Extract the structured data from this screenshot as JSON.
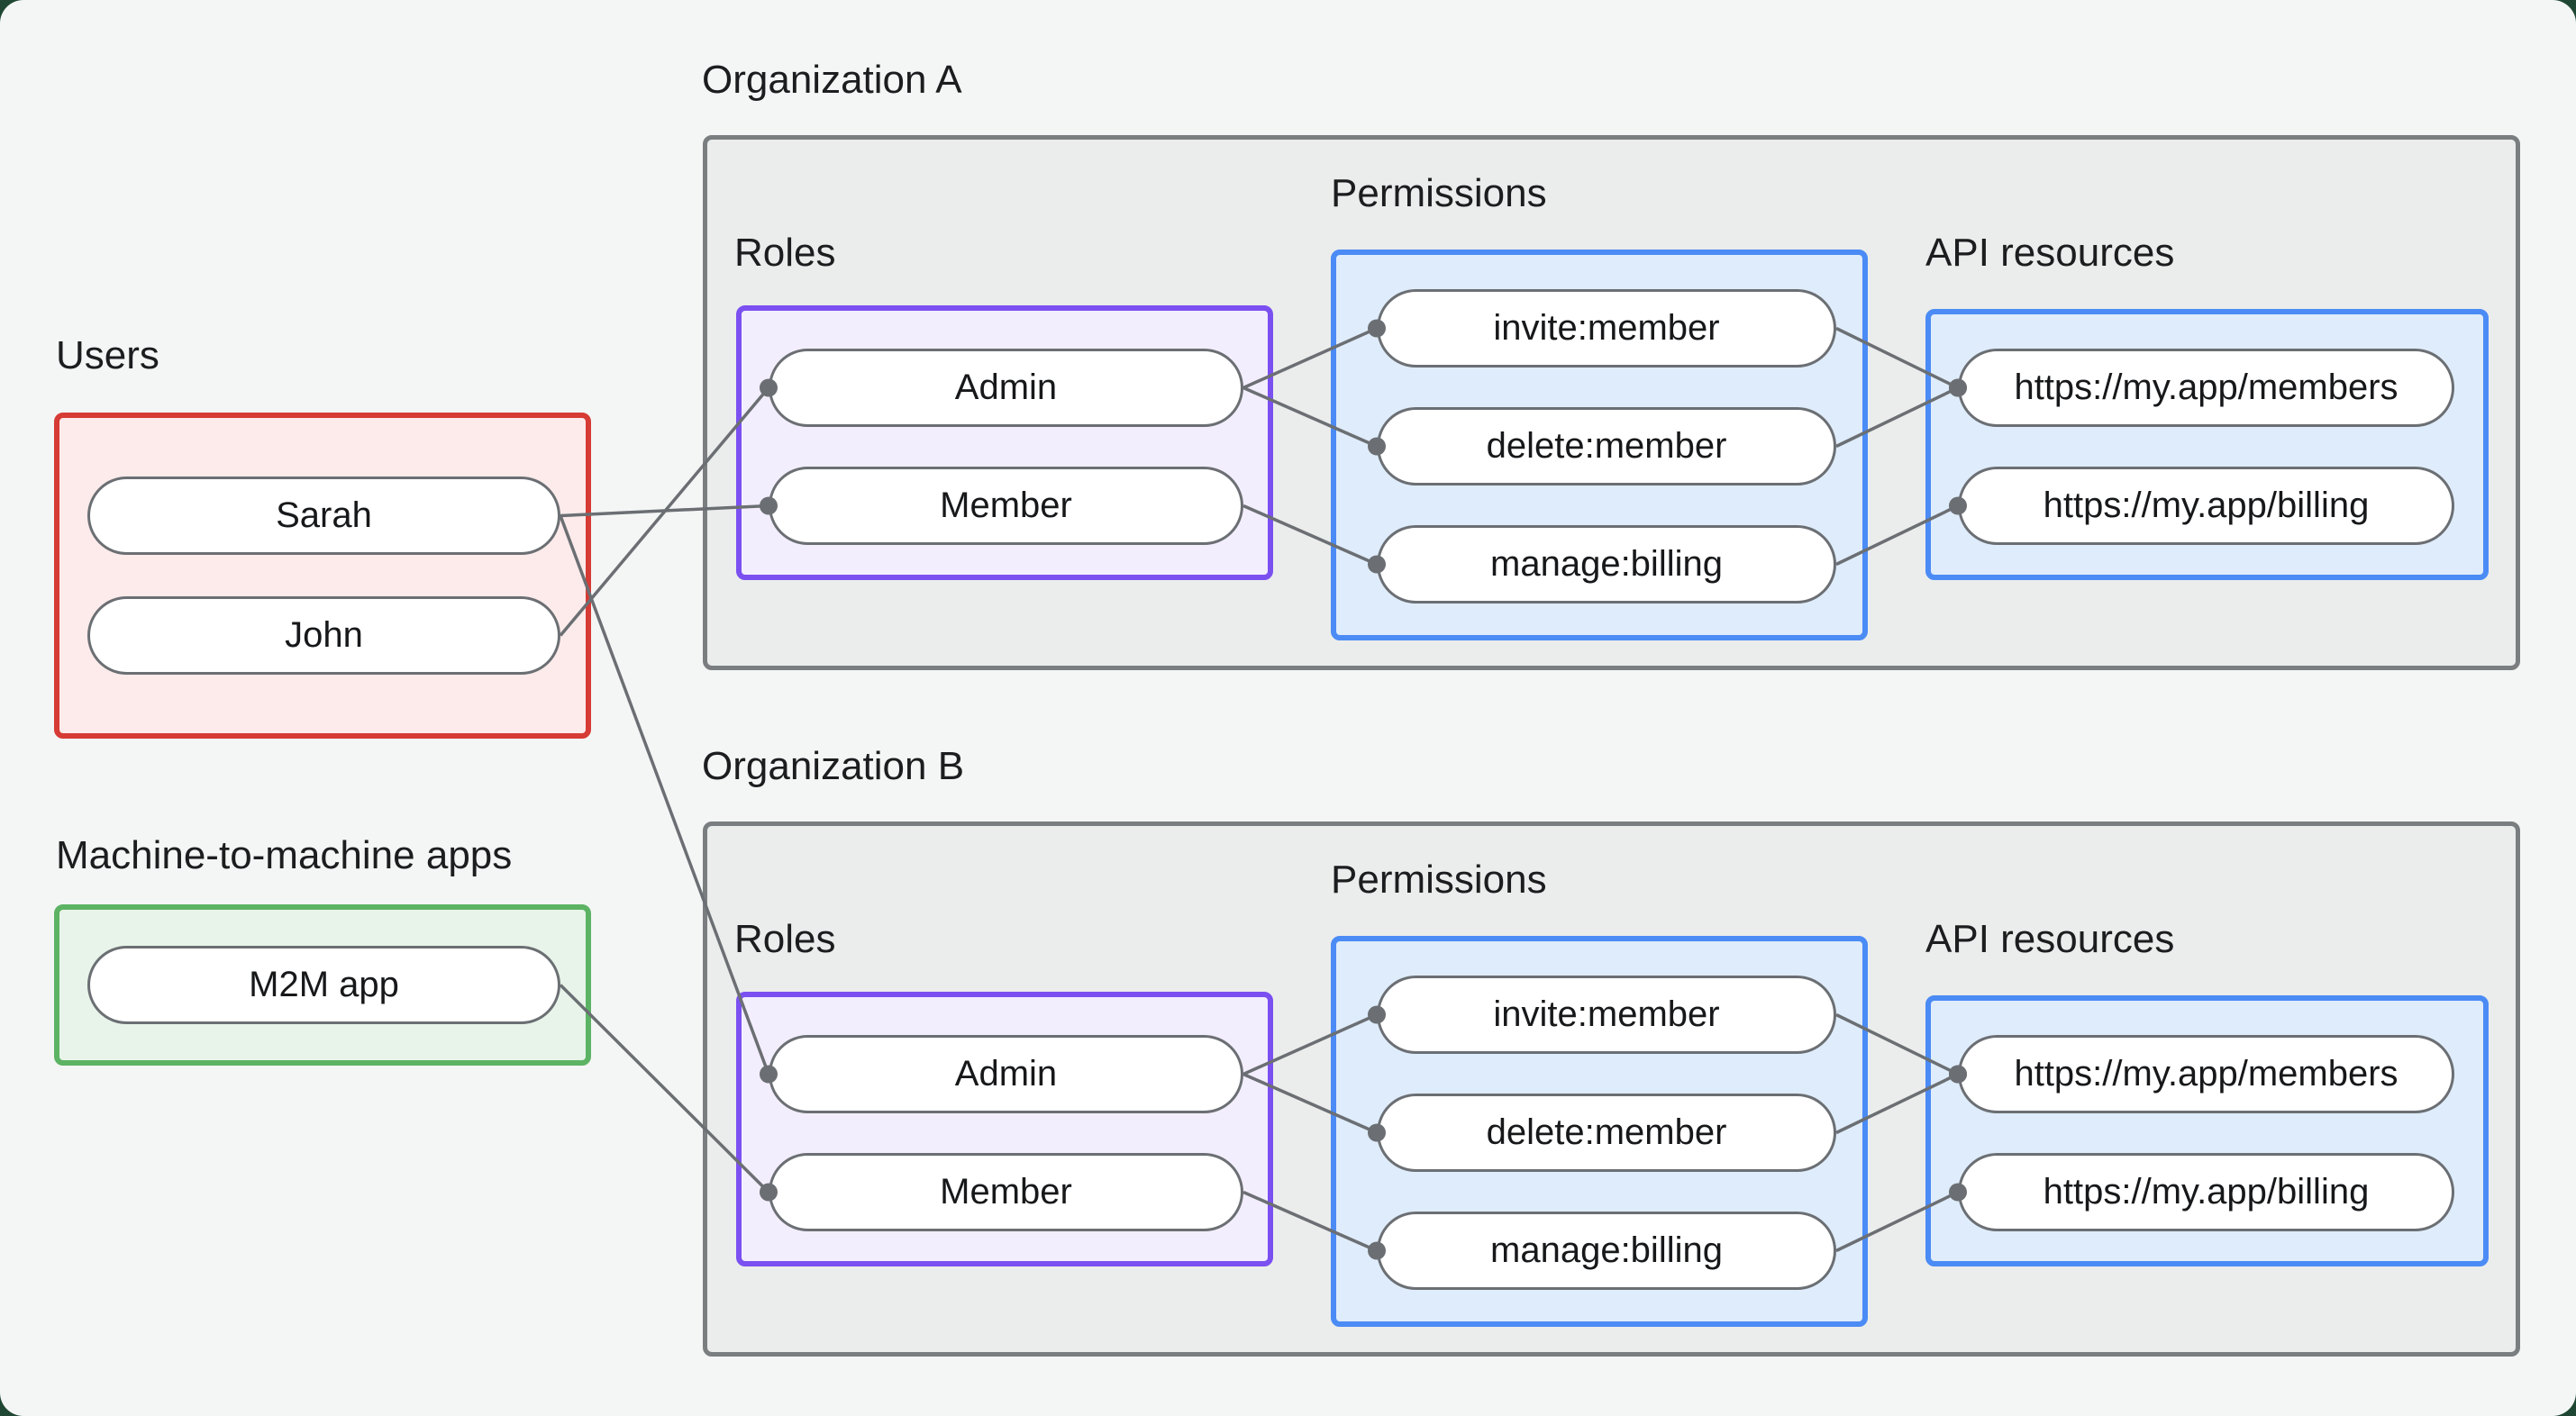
{
  "users": {
    "label": "Users",
    "items": [
      "Sarah",
      "John"
    ]
  },
  "m2m": {
    "label": "Machine-to-machine apps",
    "items": [
      "M2M app"
    ]
  },
  "orgs": [
    {
      "title": "Organization A",
      "roles_label": "Roles",
      "roles": [
        "Admin",
        "Member"
      ],
      "permissions_label": "Permissions",
      "permissions": [
        "invite:member",
        "delete:member",
        "manage:billing"
      ],
      "api_label": "API resources",
      "api_resources": [
        "https://my.app/members",
        "https://my.app/billing"
      ]
    },
    {
      "title": "Organization B",
      "roles_label": "Roles",
      "roles": [
        "Admin",
        "Member"
      ],
      "permissions_label": "Permissions",
      "permissions": [
        "invite:member",
        "delete:member",
        "manage:billing"
      ],
      "api_label": "API resources",
      "api_resources": [
        "https://my.app/members",
        "https://my.app/billing"
      ]
    }
  ],
  "edges": [
    {
      "from": "sarah",
      "to": "a-member"
    },
    {
      "from": "john",
      "to": "a-admin"
    },
    {
      "from": "sarah",
      "to": "b-admin"
    },
    {
      "from": "m2m",
      "to": "b-member"
    },
    {
      "from": "a-admin",
      "to": "a-invite"
    },
    {
      "from": "a-admin",
      "to": "a-delete"
    },
    {
      "from": "a-member",
      "to": "a-manage"
    },
    {
      "from": "a-invite",
      "to": "a-members"
    },
    {
      "from": "a-delete",
      "to": "a-members"
    },
    {
      "from": "a-manage",
      "to": "a-billing"
    },
    {
      "from": "b-admin",
      "to": "b-invite"
    },
    {
      "from": "b-admin",
      "to": "b-delete"
    },
    {
      "from": "b-member",
      "to": "b-manage"
    },
    {
      "from": "b-invite",
      "to": "b-members"
    },
    {
      "from": "b-delete",
      "to": "b-members"
    },
    {
      "from": "b-manage",
      "to": "b-billing"
    }
  ],
  "colors": {
    "page_bg": "#f4f6f5",
    "corner_bg": "#1f4733",
    "org_box_fill": "#ebedec",
    "org_box_border": "#7b7e80",
    "users_fill": "#fcebea",
    "users_border": "#d63b35",
    "m2m_fill": "#e8f4e9",
    "m2m_border": "#5cb364",
    "roles_fill": "#f3eefd",
    "roles_border": "#7b50f0",
    "blue_fill": "#dfecfb",
    "blue_border": "#4b8bf5",
    "edge_line": "#6b6f73",
    "pill_border": "#6b6f73",
    "text": "#1b1d1f"
  }
}
